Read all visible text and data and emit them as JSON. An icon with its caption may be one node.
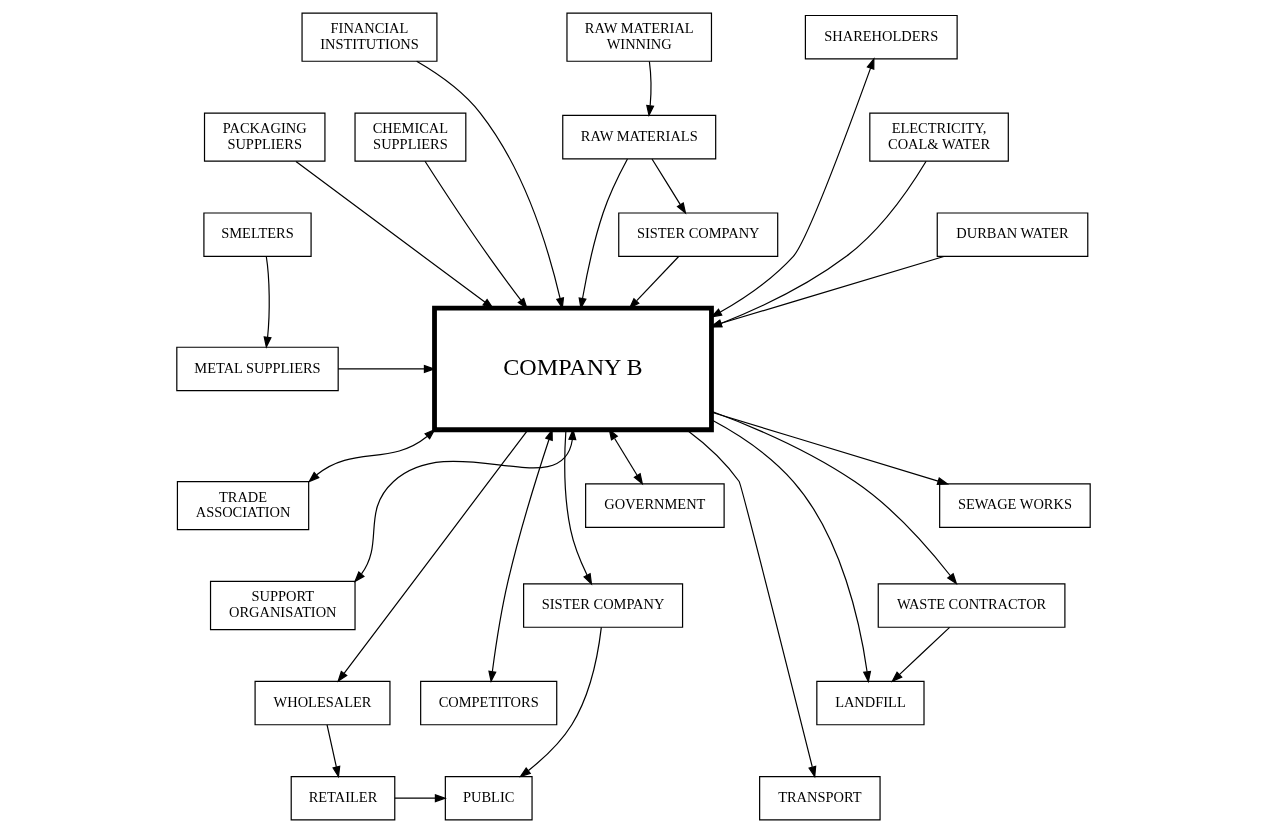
{
  "diagram": {
    "nodes": [
      {
        "text": [
          "FINANCIAL INSTITUTIONS"
        ]
      },
      {
        "text": [
          "SHAREHOLDERS"
        ]
      },
      {
        "text": [
          "RAW MATERIAL WINNING"
        ]
      },
      {
        "text": [
          "PACKAGING SUPPLIERS"
        ]
      },
      {
        "text": [
          "ELECTRICITY, COAL& WATER"
        ]
      },
      {
        "text": [
          "CHEMICAL SUPPLIERS"
        ]
      },
      {
        "text": [
          "RAW MATERIALS"
        ]
      },
      {
        "text": [
          "SMELTERS"
        ]
      },
      {
        "text": [
          "SISTER COMPANY"
        ]
      },
      {
        "text": [
          "METAL SUPPLIERS"
        ]
      },
      {
        "text": [
          "COMPANY B"
        ]
      },
      {
        "text": [
          "DURBAN WATER"
        ]
      },
      {
        "text": [
          "TRADE ASSOCIATION"
        ]
      },
      {
        "text": [
          "SEWAGE WORKS"
        ]
      },
      {
        "text": [
          "GOVERNMENT"
        ]
      },
      {
        "text": [
          "SUPPORT ORGANISATION"
        ]
      },
      {
        "text": [
          "SISTER COMPANY"
        ]
      },
      {
        "text": [
          "WASTE CONTRACTOR"
        ]
      },
      {
        "text": [
          "WHOLESALER"
        ]
      },
      {
        "text": [
          "COMPETITORS"
        ]
      },
      {
        "text": [
          "LANDFILL"
        ]
      },
      {
        "text": [
          "RETAILER"
        ]
      },
      {
        "text": [
          "PUBLIC"
        ]
      },
      {
        "text": [
          "TRANSPORT"
        ]
      }
    ],
    "edges": [
      {
        "from": 0,
        "to": 10,
        "arrow": "to"
      },
      {
        "from": 1,
        "to": 10,
        "arrow": "both"
      },
      {
        "from": 2,
        "to": 6,
        "arrow": "to"
      },
      {
        "from": 3,
        "to": 10,
        "arrow": "to"
      },
      {
        "from": 4,
        "to": 10,
        "arrow": "to"
      },
      {
        "from": 5,
        "to": 10,
        "arrow": "to"
      },
      {
        "from": 6,
        "to": 10,
        "arrow": "to"
      },
      {
        "from": 6,
        "to": 8,
        "arrow": "to"
      },
      {
        "from": 8,
        "to": 10,
        "arrow": "to"
      },
      {
        "from": 7,
        "to": 9,
        "arrow": "to"
      },
      {
        "from": 9,
        "to": 10,
        "arrow": "to"
      },
      {
        "from": 11,
        "to": 10,
        "arrow": "to"
      },
      {
        "from": 12,
        "to": 10,
        "arrow": "both"
      },
      {
        "from": 10,
        "to": 13,
        "arrow": "to"
      },
      {
        "from": 10,
        "to": 14,
        "arrow": "both"
      },
      {
        "from": 15,
        "to": 10,
        "arrow": "both"
      },
      {
        "from": 10,
        "to": 16,
        "arrow": "to"
      },
      {
        "from": 10,
        "to": 17,
        "arrow": "to"
      },
      {
        "from": 10,
        "to": 18,
        "arrow": "to"
      },
      {
        "from": 10,
        "to": 19,
        "arrow": "both"
      },
      {
        "from": 10,
        "to": 20,
        "arrow": "to"
      },
      {
        "from": 17,
        "to": 20,
        "arrow": "to"
      },
      {
        "from": 10,
        "to": 23,
        "arrow": "to"
      },
      {
        "from": 18,
        "to": 21,
        "arrow": "to"
      },
      {
        "from": 16,
        "to": 22,
        "arrow": "to"
      },
      {
        "from": 21,
        "to": 22,
        "arrow": "to"
      }
    ]
  }
}
